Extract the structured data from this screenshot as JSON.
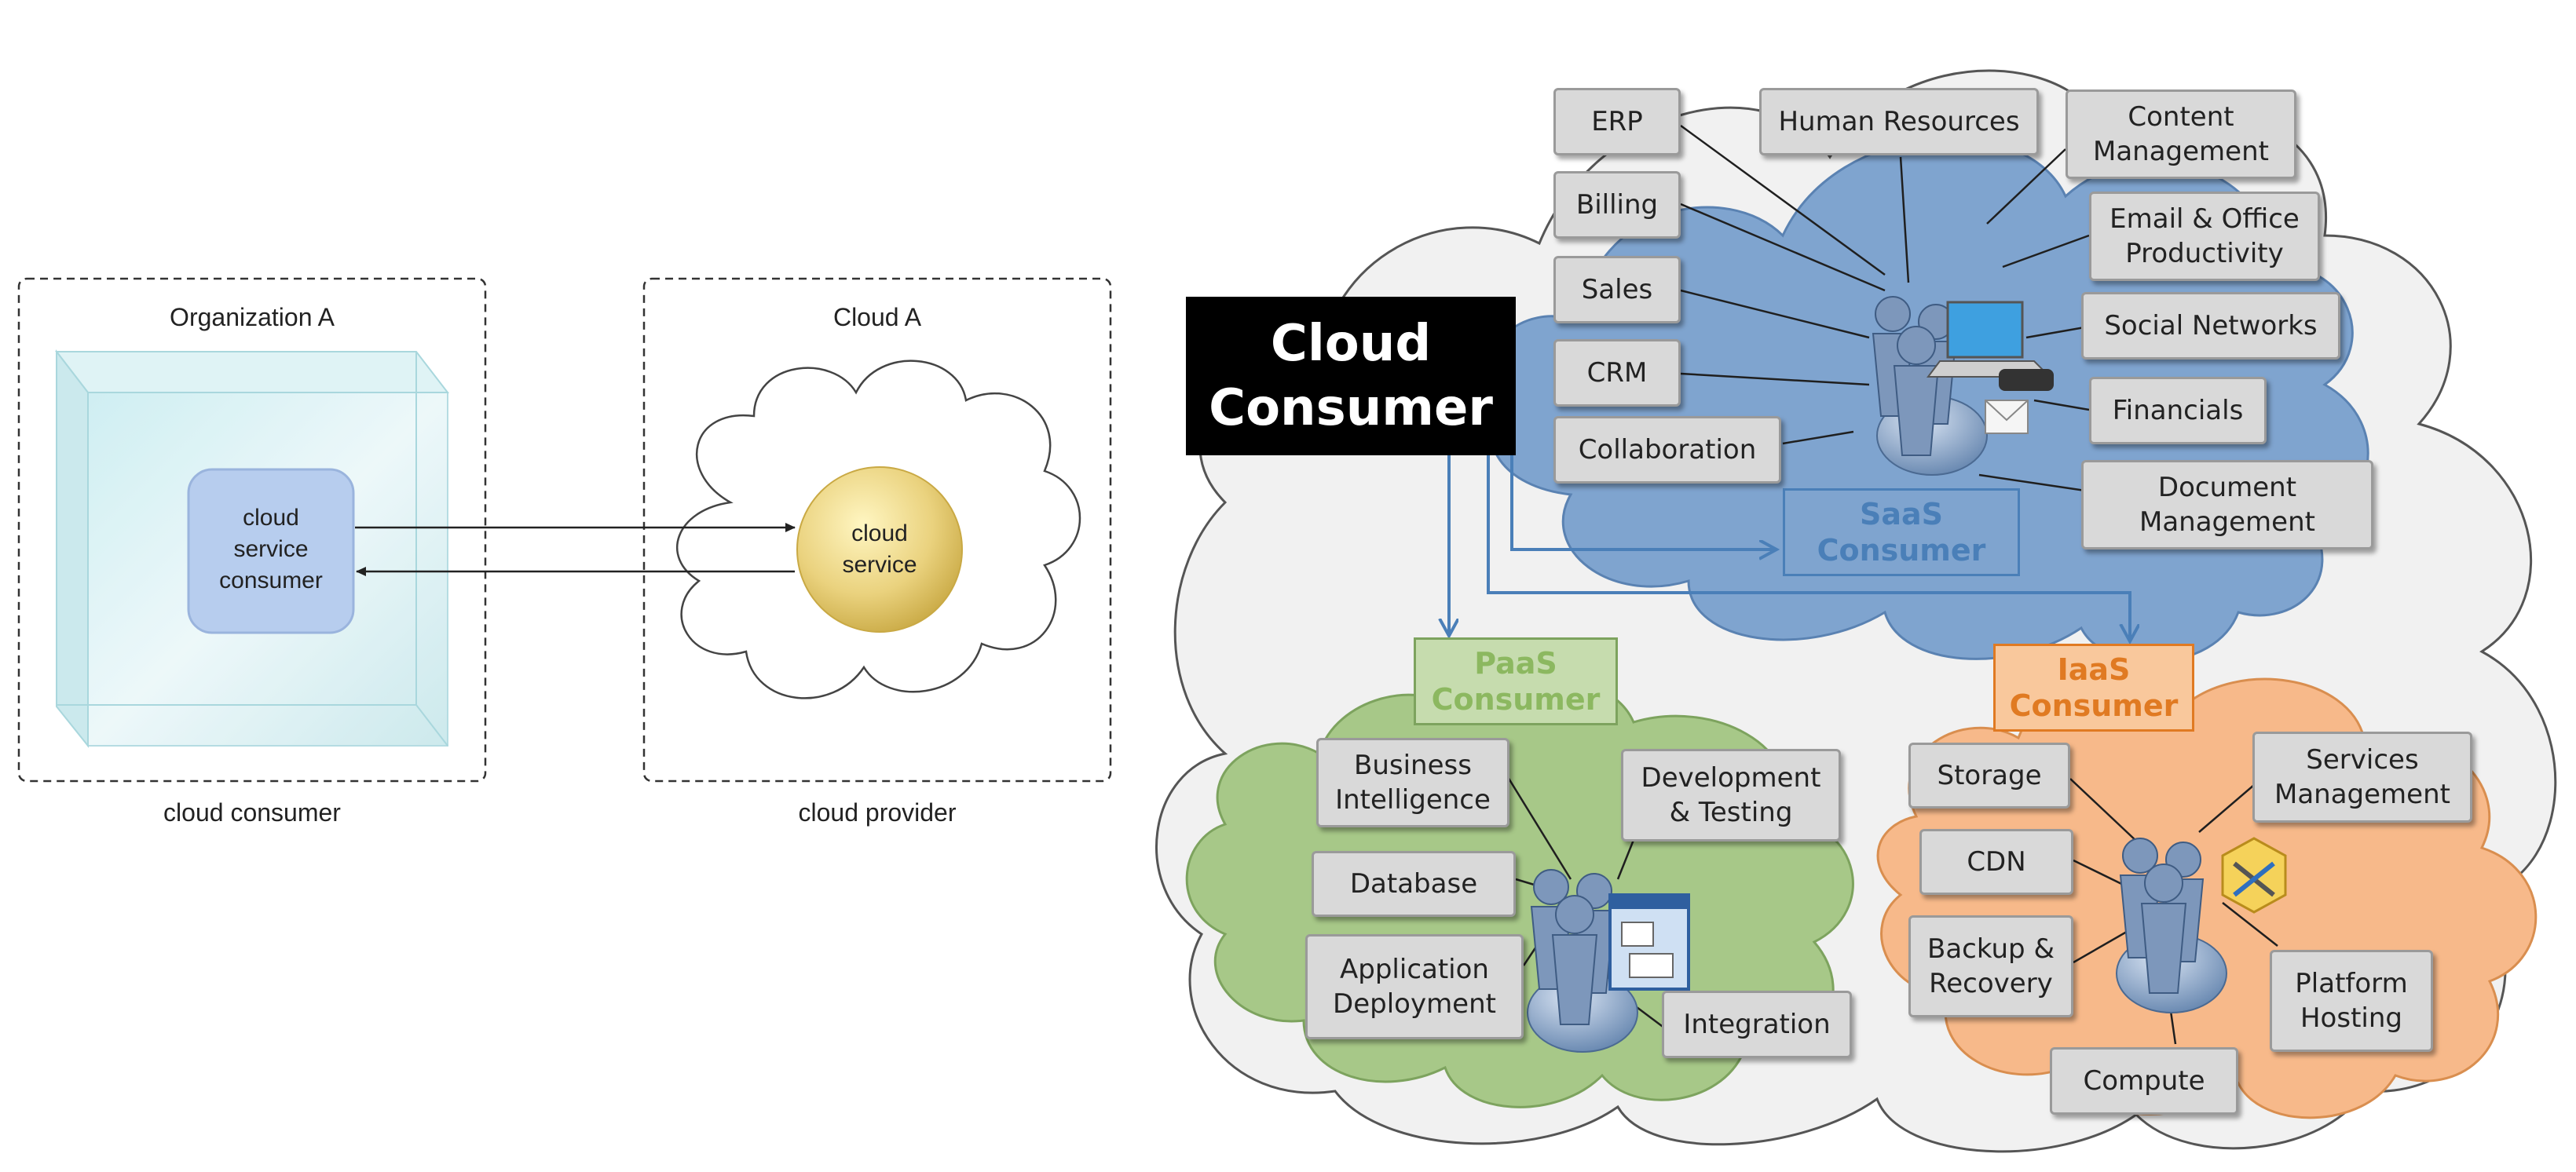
{
  "left_diagram": {
    "organization_label": "Organization A",
    "cloud_label": "Cloud A",
    "consumer_node": "cloud\nservice\nconsumer",
    "service_node": "cloud\nservice",
    "consumer_caption": "cloud consumer",
    "provider_caption": "cloud provider"
  },
  "right_diagram": {
    "main_label": "Cloud\nConsumer",
    "saas": {
      "label": "SaaS\nConsumer",
      "color": "#4f7fb4",
      "items": [
        "ERP",
        "Human Resources",
        "Content\nManagement",
        "Billing",
        "Email & Office\nProductivity",
        "Sales",
        "Social Networks",
        "CRM",
        "Financials",
        "Collaboration",
        "Document\nManagement"
      ]
    },
    "paas": {
      "label": "PaaS\nConsumer",
      "color": "#8fb66d",
      "items": [
        "Business\nIntelligence",
        "Development\n& Testing",
        "Database",
        "Application\nDeployment",
        "Integration"
      ]
    },
    "iaas": {
      "label": "IaaS\nConsumer",
      "color": "#e98b3a",
      "items": [
        "Storage",
        "Services\nManagement",
        "CDN",
        "Backup &\nRecovery",
        "Platform\nHosting",
        "Compute"
      ]
    }
  }
}
